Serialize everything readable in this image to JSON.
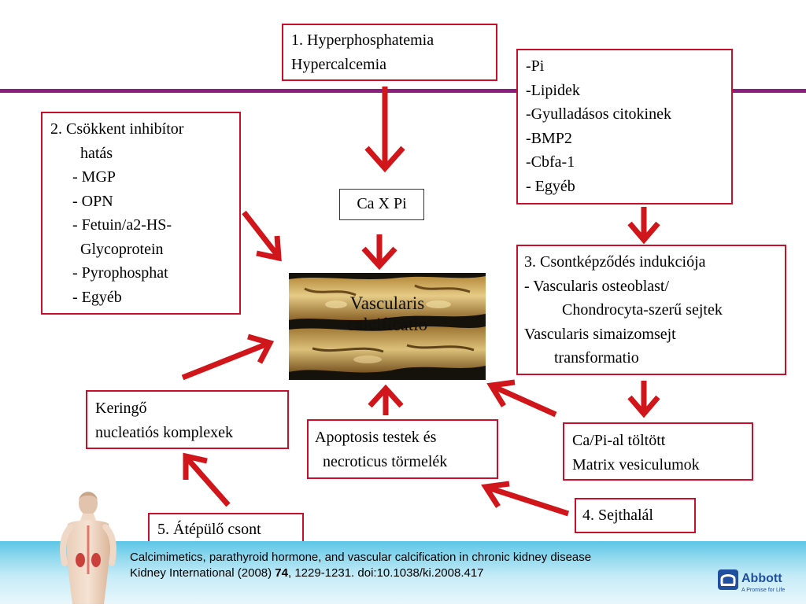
{
  "boxes": {
    "hyper": {
      "lines": [
        "1. Hyperphosphatemia",
        "Hypercalcemia"
      ]
    },
    "factors": {
      "lines": [
        "-Pi",
        "-Lipidek",
        "-Gyulladásos citokinek",
        "-BMP2",
        "-Cbfa-1",
        "- Egyéb"
      ]
    },
    "inhib": {
      "lines": [
        "2. Csökkent inhibítor",
        "hatás",
        "- MGP",
        "- OPN",
        "- Fetuin/a2-HS-",
        "Glycoprotein",
        "- Pyrophosphat",
        "- Egyéb"
      ]
    },
    "caxpi": {
      "label": "Ca X Pi"
    },
    "csont": {
      "lines": [
        "3. Csontképződés indukciója",
        "- Vascularis osteoblast/",
        "Chondrocyta-szerű sejtek",
        "Vascularis simaizomsejt",
        "transformatio"
      ]
    },
    "kering": {
      "lines": [
        "Keringő",
        "nucleatiós komplexek"
      ]
    },
    "apopt": {
      "lines": [
        "Apoptosis testek és",
        "necroticus törmelék"
      ]
    },
    "capi": {
      "lines": [
        "Ca/Pi-al töltött",
        "Matrix vesiculumok"
      ]
    },
    "sejt": {
      "label": "4. Sejthalál"
    },
    "atep": {
      "label": "5. Átépülő csont"
    }
  },
  "center": {
    "lines": [
      "Vascularis",
      "calcificatio"
    ]
  },
  "citation": {
    "line1": "Calcimimetics, parathyroid hormone, and vascular calcification in chronic kidney disease",
    "journal": "Kidney International (2008) ",
    "volume": "74",
    "rest": ", 1229-1231. doi:10.1038/ki.2008.417"
  },
  "logo": {
    "name": "Abbott",
    "tagline": "A Promise for Life"
  },
  "colors": {
    "arrow": "#d0161b",
    "box_border": "#c8102e",
    "divider": "#8a1f7f"
  },
  "icons": [
    "abbott-logo-icon",
    "anatomy-figure-icon",
    "arrow-icon"
  ]
}
